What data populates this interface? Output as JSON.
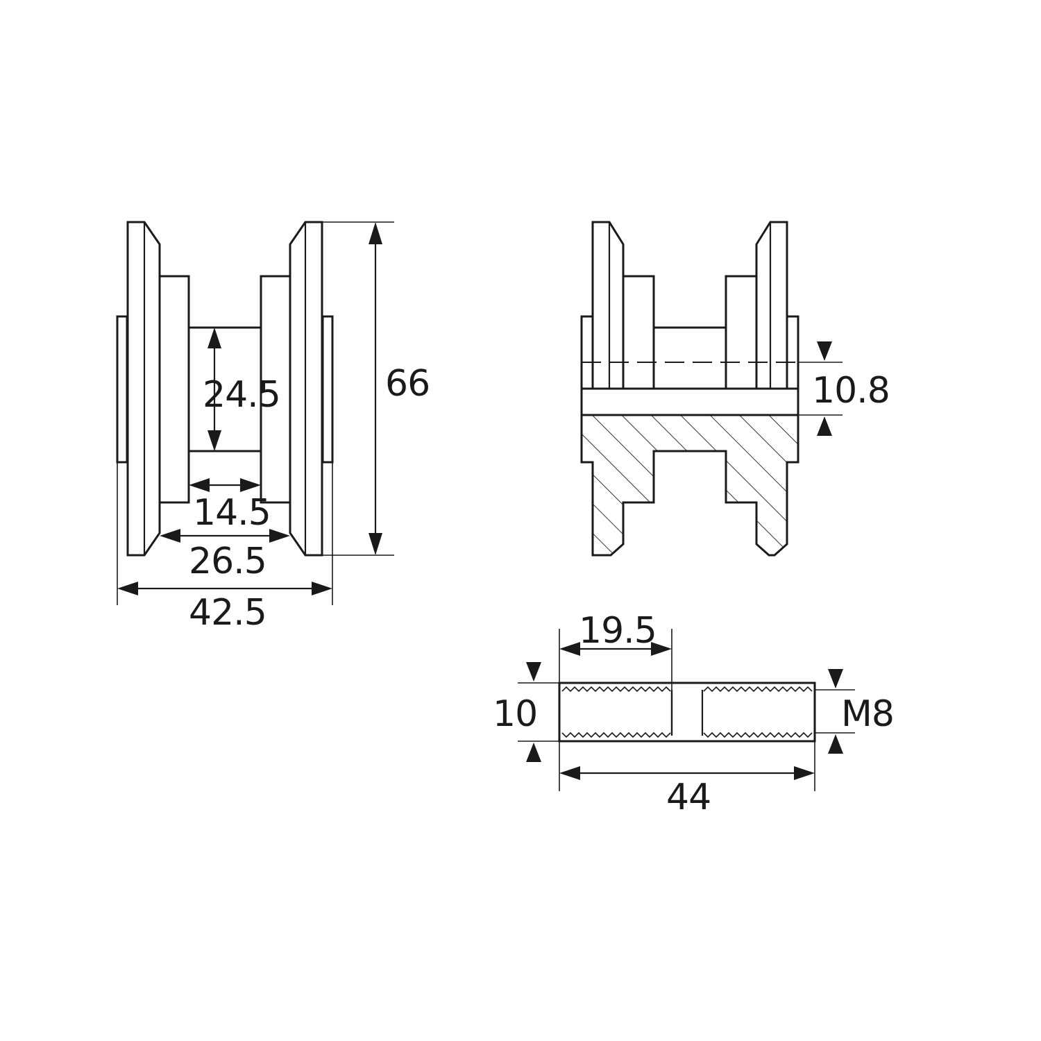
{
  "dimensions": {
    "front_height": "66",
    "front_gap_height": "24.5",
    "front_inner_width": "14.5",
    "front_mid_width": "26.5",
    "front_overall_width": "42.5",
    "section_depth": "10.8",
    "pin_half_length": "19.5",
    "pin_diameter": "10",
    "pin_thread": "M8",
    "pin_length": "44"
  }
}
